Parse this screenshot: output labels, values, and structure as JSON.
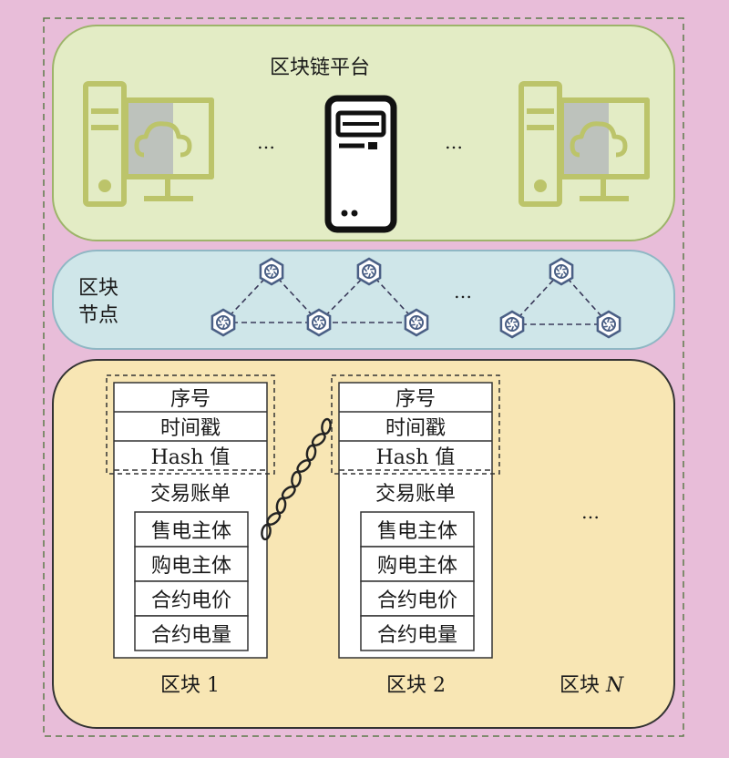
{
  "platform": {
    "title": "区块链平台",
    "ellipsis_left": "…",
    "ellipsis_right": "…"
  },
  "nodes": {
    "label_line1": "区块",
    "label_line2": "节点",
    "ellipsis": "…"
  },
  "blocks": [
    {
      "header_fields": [
        "序号",
        "时间戳",
        "Hash 值"
      ],
      "ledger_title": "交易账单",
      "ledger_items": [
        "售电主体",
        "购电主体",
        "合约电价",
        "合约电量"
      ],
      "caption": "区块 1"
    },
    {
      "header_fields": [
        "序号",
        "时间戳",
        "Hash 值"
      ],
      "ledger_title": "交易账单",
      "ledger_items": [
        "售电主体",
        "购电主体",
        "合约电价",
        "合约电量"
      ],
      "caption": "区块 2"
    }
  ],
  "block_n": {
    "caption_prefix": "区块",
    "caption_var": "N",
    "ellipsis": "…"
  },
  "colors": {
    "background": "#e8bdd9",
    "platform_fill": "#e3ecc5",
    "platform_stroke": "#9db46a",
    "computer_icon": "#bcc46a",
    "nodes_fill": "#cfe6e9",
    "nodes_stroke": "#8fb7c4",
    "node_icon": "#4a5f85",
    "blocks_fill": "#f8e6b4",
    "outline": "#333333"
  }
}
